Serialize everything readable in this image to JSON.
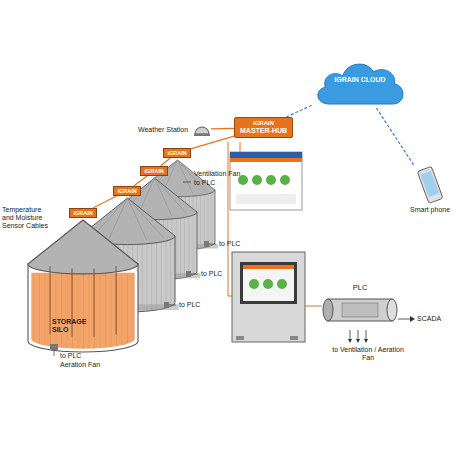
{
  "diagram": {
    "nodes": [
      {
        "text": [
          "Weather Station"
        ]
      },
      {
        "text": [
          "iGRAIN",
          "MASTER-HUB"
        ]
      },
      {
        "text": [
          "iGRAIN CLOUD"
        ]
      },
      {
        "text": [
          "Smart phone"
        ]
      },
      {
        "text": [
          "iGRAIN"
        ]
      },
      {
        "text": [
          "iGRAIN"
        ]
      },
      {
        "text": [
          "iGRAIN"
        ]
      },
      {
        "text": [
          "iGRAIN"
        ]
      },
      {
        "text": [
          "PLC"
        ]
      }
    ],
    "edges": [
      {
        "from": 0,
        "to": 1,
        "arrow": "none"
      },
      {
        "from": 1,
        "to": 2,
        "arrow": "none"
      },
      {
        "from": 2,
        "to": 3,
        "arrow": "none"
      },
      {
        "from": 7,
        "to": 6,
        "arrow": "none"
      },
      {
        "from": 6,
        "to": 5,
        "arrow": "none"
      },
      {
        "from": 5,
        "to": 4,
        "arrow": "none"
      },
      {
        "from": 4,
        "to": 1,
        "arrow": "none"
      }
    ],
    "labels": [
      "Temperature and Moisture Sensor Cables",
      "Ventilation Fan",
      "to PLC",
      "to PLC",
      "to PLC",
      "to PLC",
      "to PLC",
      "Aeration Fan",
      "STORAGE SILO",
      "SCADA",
      "to Ventilation / Aeration Fan"
    ]
  }
}
